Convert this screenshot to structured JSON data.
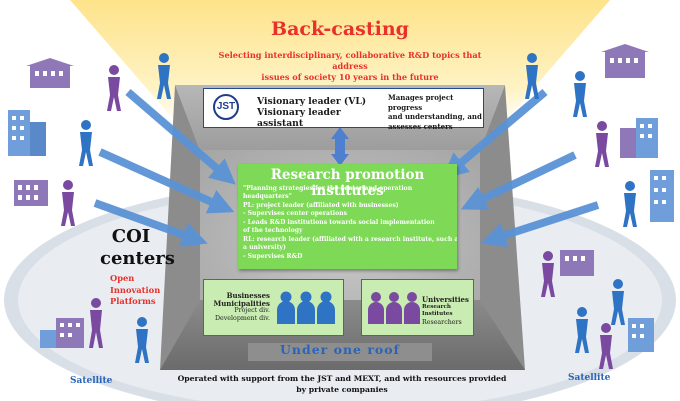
{
  "title": "Back-casting",
  "subtitle_lines": [
    "Selecting interdisciplinary, collaborative R&D topics that address",
    "issues of society 10 years in the future"
  ],
  "jst": {
    "logo_text": "JST",
    "vl_line1": "Visionary leader (VL)",
    "vl_line2": "Visionary leader assistant",
    "manages_lines": [
      "Manages project progress",
      "and understanding, and",
      "assesses centers"
    ]
  },
  "rpi": {
    "title": "Research promotion institutes",
    "lines": [
      "\"Planning strategies for the center and operation",
      "headquarters\"",
      "PL: project leader (affiliated with businesses)",
      "   - Supervises center operations",
      "   - Leads R&D institutions towards social implementation",
      "of the technology",
      "RL: research leader (affiliated with a research institute, such as",
      "a university)",
      "   - Supervises R&D"
    ]
  },
  "businesses": {
    "line1": "Businesses",
    "line2": "Municipalities",
    "line3": "Project div.",
    "line4": "Development div."
  },
  "universities": {
    "line1": "Universities",
    "line2": "Research Institutes",
    "line3": "Researchers"
  },
  "roof_label": "Under one roof",
  "coi": {
    "line1": "COI",
    "line2": "centers"
  },
  "oip_lines": [
    "Open",
    "Innovation",
    "Platforms"
  ],
  "satellite_left": "Satellite",
  "satellite_right": "Satellite",
  "footer_lines": [
    "Operated with support from the JST and MEXT, and with resources provided",
    "by private companies"
  ],
  "colors": {
    "title_red": "#e8312a",
    "rpi_green": "#7ed957",
    "card_green": "#c9ecb2",
    "arrow_blue": "#5b93d6",
    "people_blue": "#2f73c4",
    "people_purple": "#7a4aa0"
  }
}
